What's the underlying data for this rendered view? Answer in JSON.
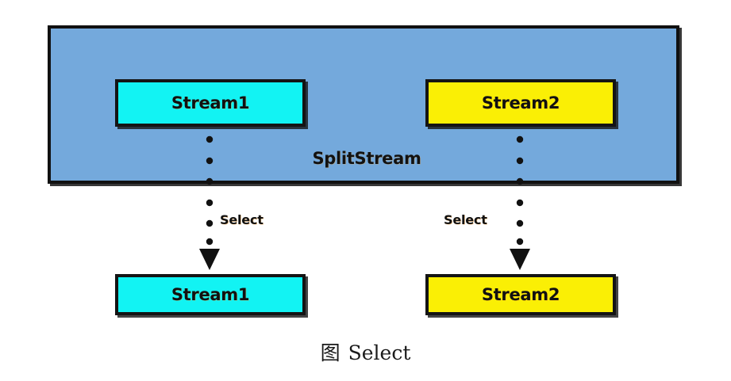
{
  "diagram": {
    "container": {
      "label": "SplitStream",
      "fill_color": "#74A9DC",
      "border_color": "#111111"
    },
    "inner_streams": [
      {
        "label": "Stream1",
        "fill_color": "#12F3F3",
        "side": "left"
      },
      {
        "label": "Stream2",
        "fill_color": "#FAEF05",
        "side": "right"
      }
    ],
    "operations": [
      {
        "label": "Select",
        "side": "left"
      },
      {
        "label": "Select",
        "side": "right"
      }
    ],
    "output_streams": [
      {
        "label": "Stream1",
        "fill_color": "#12F3F3",
        "side": "left"
      },
      {
        "label": "Stream2",
        "fill_color": "#FAEF05",
        "side": "right"
      }
    ],
    "arrows": [
      {
        "style": "dotted",
        "direction": "down",
        "dot_count": 7
      },
      {
        "style": "dotted",
        "direction": "down",
        "dot_count": 7
      }
    ]
  },
  "caption": {
    "figure_word": "图",
    "text": "Select"
  }
}
